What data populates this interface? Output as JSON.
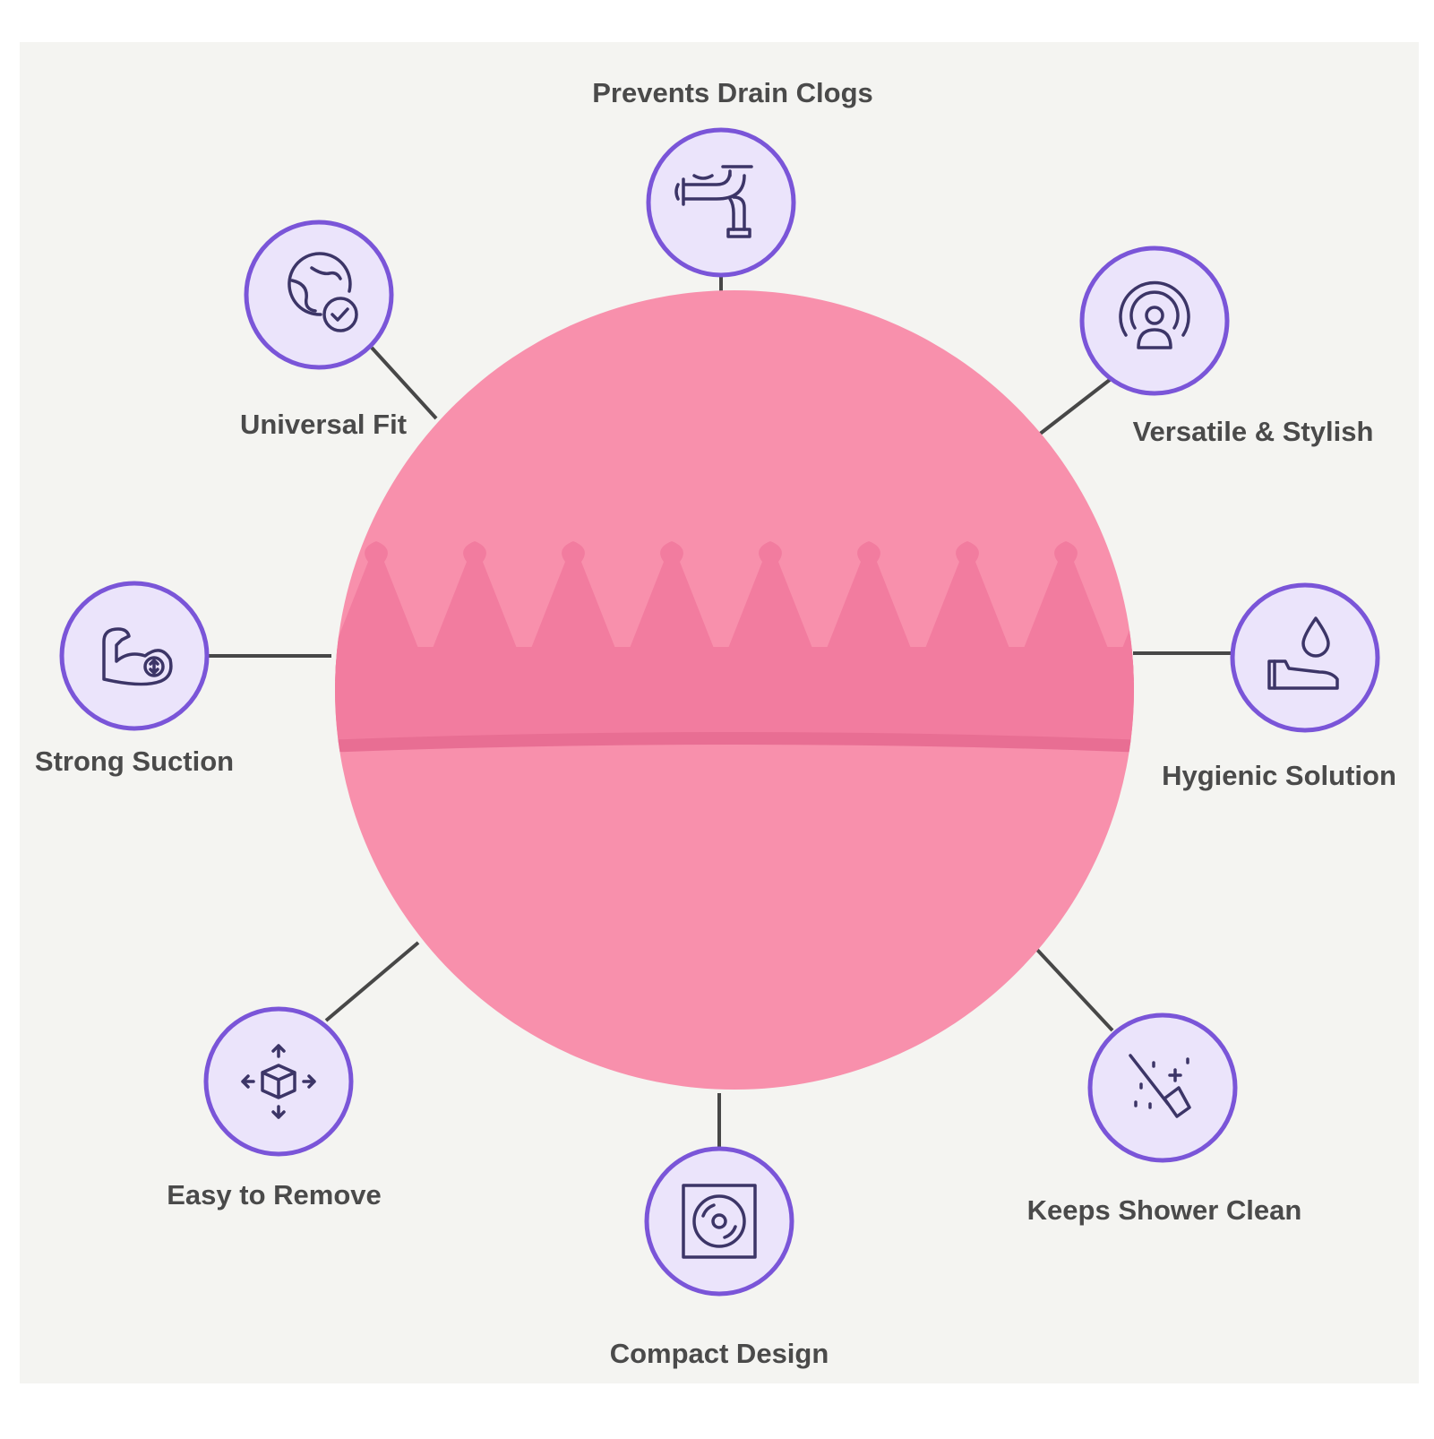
{
  "colors": {
    "panel": "#f4f4f1",
    "connector": "#474747",
    "badge_fill": "#ebe4fb",
    "badge_ring": "#7a55d8",
    "icon_stroke": "#3c3567",
    "product": "#f890ac",
    "product_band": "#f27c9f",
    "label_text": "#4a4a4a"
  },
  "features": [
    {
      "id": "prevents-drain-clogs",
      "label": "Prevents Drain Clogs",
      "icon": "drain-pipe-icon"
    },
    {
      "id": "universal-fit",
      "label": "Universal Fit",
      "icon": "globe-check-icon"
    },
    {
      "id": "versatile-stylish",
      "label": "Versatile & Stylish",
      "icon": "broadcast-person-icon"
    },
    {
      "id": "strong-suction",
      "label": "Strong Suction",
      "icon": "flexed-arm-icon"
    },
    {
      "id": "hygienic-solution",
      "label": "Hygienic Solution",
      "icon": "hand-water-drop-icon"
    },
    {
      "id": "easy-to-remove",
      "label": "Easy to Remove",
      "icon": "move-box-icon"
    },
    {
      "id": "keeps-shower-clean",
      "label": "Keeps Shower Clean",
      "icon": "broom-sparkle-icon"
    },
    {
      "id": "compact-design",
      "label": "Compact Design",
      "icon": "disc-box-icon"
    }
  ],
  "product": {
    "name": "pink silicone drain hair catcher",
    "icon": "hair-catcher-image"
  }
}
